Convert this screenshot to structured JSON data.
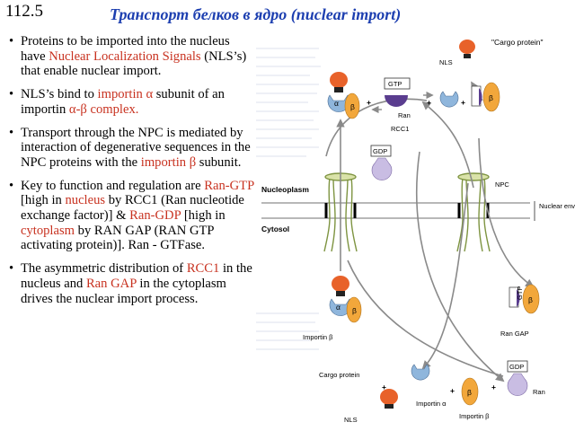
{
  "slide": {
    "number": "112.5",
    "title": "Транспорт белков в ядро (nuclear import)"
  },
  "bullets": [
    {
      "parts": [
        {
          "t": "Proteins to be imported into the nucleus have "
        },
        {
          "t": "Nuclear Localization Signals",
          "hl": true
        },
        {
          "t": " (NLS’s) that enable nuclear import."
        }
      ]
    },
    {
      "parts": [
        {
          "t": " NLS’s bind to "
        },
        {
          "t": "importin α",
          "hl": true
        },
        {
          "t": " subunit of an importin "
        },
        {
          "t": "α-β complex.",
          "hl": true
        }
      ]
    },
    {
      "parts": [
        {
          "t": "Transport through the NPC is mediated by interaction of degenerative sequences in the NPC proteins with the "
        },
        {
          "t": "importin β",
          "hl": true
        },
        {
          "t": " subunit."
        }
      ]
    },
    {
      "parts": [
        {
          "t": "Key to  function and regulation are "
        },
        {
          "t": "Ran-GTP",
          "hl": true
        },
        {
          "t": " [high in "
        },
        {
          "t": "nucleus",
          "hl": true
        },
        {
          "t": " by RCC1 (Ran nucleotide exchange factor)] & "
        },
        {
          "t": "Ran-GDP",
          "hl": true
        },
        {
          "t": " [high in "
        },
        {
          "t": "cytoplasm",
          "hl": true
        },
        {
          "t": " by RAN GAP (RAN GTP activating protein)]. Ran - GTFase."
        }
      ]
    },
    {
      "parts": [
        {
          "t": "The asymmetric distribution of "
        },
        {
          "t": "RCC1",
          "hl": true
        },
        {
          "t": " in the nucleus and "
        },
        {
          "t": "Ran GAP",
          "hl": true
        },
        {
          "t": " in the cytoplasm drives the nuclear import process."
        }
      ]
    }
  ],
  "diagram": {
    "cargo_protein_quoted": "\"Cargo protein\"",
    "nls_top": "NLS",
    "gtp_top": "GTP",
    "ran_top": "Ran",
    "rcc1": "RCC1",
    "gdp_mid": "GDP",
    "nucleoplasm": "Nucleoplasm",
    "cytosol": "Cytosol",
    "npc": "NPC",
    "nuclear_envelope": "Nuclear envelope",
    "gtp_right": "GTP",
    "ran_gap": "Ran GAP",
    "importin_beta_left": "Importin β",
    "gdp_bottom": "GDP",
    "ran_bottom": "Ran",
    "cargo_protein": "Cargo protein",
    "nls_bottom": "NLS",
    "importin_alpha": "Importin α",
    "importin_beta_bottom": "Importin β",
    "alpha": "α",
    "beta": "β",
    "plus": "+",
    "colors": {
      "title_blue": "#1d3fb0",
      "highlight_red": "#c83220",
      "cargo_orange": "#e8622a",
      "importin_alpha_blue": "#8fb6dc",
      "importin_beta_orange": "#f2a73b",
      "ran_lavender": "#c9bde3",
      "rcc1_purple": "#5a3d8f",
      "npc_green": "#b9cc7a"
    }
  }
}
